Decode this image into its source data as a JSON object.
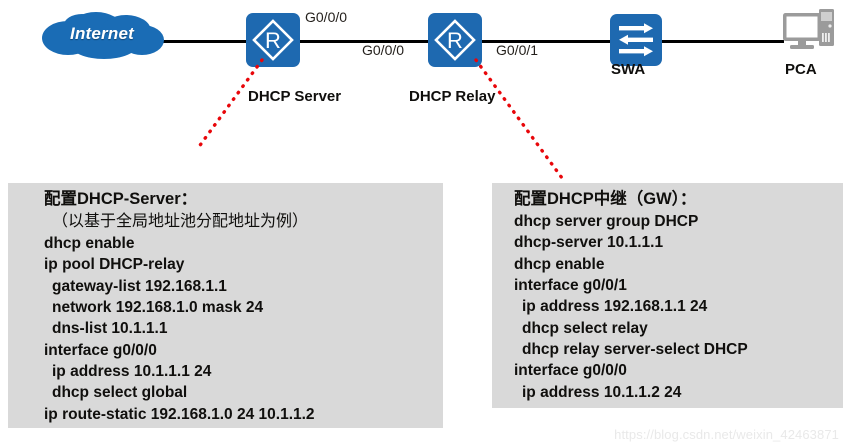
{
  "diagram": {
    "title": "DHCP Relay network topology",
    "colors": {
      "device_blue": "#1e69b0",
      "cloud_blue": "#1a6cb5",
      "link_black": "#000000",
      "callout_red": "#e8060a",
      "panel_gray": "#d9d9d9",
      "pc_gray": "#9b9b9b"
    },
    "nodes": [
      {
        "id": "internet",
        "icon": "cloud-icon",
        "label": "Internet"
      },
      {
        "id": "dhcp-server",
        "icon": "router-icon",
        "label": "DHCP Server"
      },
      {
        "id": "dhcp-relay",
        "icon": "router-icon",
        "label": "DHCP Relay"
      },
      {
        "id": "swa",
        "icon": "switch-icon",
        "label": "SWA"
      },
      {
        "id": "pca",
        "icon": "computer-icon",
        "label": "PCA"
      }
    ],
    "interfaces": [
      {
        "id": "if-server-g000",
        "label": "G0/0/0"
      },
      {
        "id": "if-relay-g000",
        "label": "G0/0/0"
      },
      {
        "id": "if-relay-g001",
        "label": "G0/0/1"
      }
    ]
  },
  "config_left": {
    "title": "配置DHCP-Server：",
    "note": "（以基于全局地址池分配地址为例）",
    "lines": [
      {
        "text": "dhcp enable",
        "indent": 0
      },
      {
        "text": "ip pool DHCP-relay",
        "indent": 0
      },
      {
        "text": "gateway-list 192.168.1.1",
        "indent": 1
      },
      {
        "text": "network 192.168.1.0 mask 24",
        "indent": 1
      },
      {
        "text": "dns-list 10.1.1.1",
        "indent": 1
      },
      {
        "text": "interface g0/0/0",
        "indent": 0
      },
      {
        "text": "ip address 10.1.1.1 24",
        "indent": 1
      },
      {
        "text": "dhcp select global",
        "indent": 1
      },
      {
        "text": "ip route-static 192.168.1.0 24 10.1.1.2",
        "indent": 0
      }
    ]
  },
  "config_right": {
    "title": "配置DHCP中继（GW）：",
    "lines": [
      {
        "text": "dhcp server group DHCP",
        "indent": 0
      },
      {
        "text": "dhcp-server 10.1.1.1",
        "indent": 0
      },
      {
        "text": "dhcp enable",
        "indent": 0
      },
      {
        "text": "interface g0/0/1",
        "indent": 0
      },
      {
        "text": "ip address 192.168.1.1 24",
        "indent": 1
      },
      {
        "text": "dhcp select relay",
        "indent": 1
      },
      {
        "text": "dhcp relay server-select DHCP",
        "indent": 1
      },
      {
        "text": "interface g0/0/0",
        "indent": 0
      },
      {
        "text": "ip address 10.1.1.2 24",
        "indent": 1
      }
    ]
  },
  "watermark": {
    "text": "https://blog.csdn.net/weixin_42463871"
  }
}
